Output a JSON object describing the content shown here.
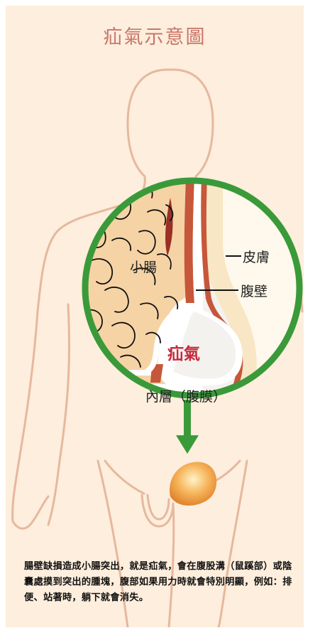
{
  "title": "疝氣示意圖",
  "labels": {
    "small_intestine": "小腸",
    "skin": "皮膚",
    "abdominal_wall": "腹壁",
    "hernia": "疝氣",
    "inner_layer": "內層（腹膜）"
  },
  "caption": "腸壁缺損造成小腸突出，就是疝氣，會在腹股溝（鼠蹊部）或陰囊處摸到突出的腫塊，腹部如果用力時就會特別明顯，例如：排便、站著時，躺下就會消失。",
  "colors": {
    "background": "#fdeedd",
    "body_outline": "#e6b89e",
    "title": "#c9766a",
    "circle": "#3a9a3a",
    "intestine": "#f6d3a4",
    "muscle": "#c6573a",
    "hernia_text": "#c62a3c",
    "bulge": "#f0a24a"
  }
}
